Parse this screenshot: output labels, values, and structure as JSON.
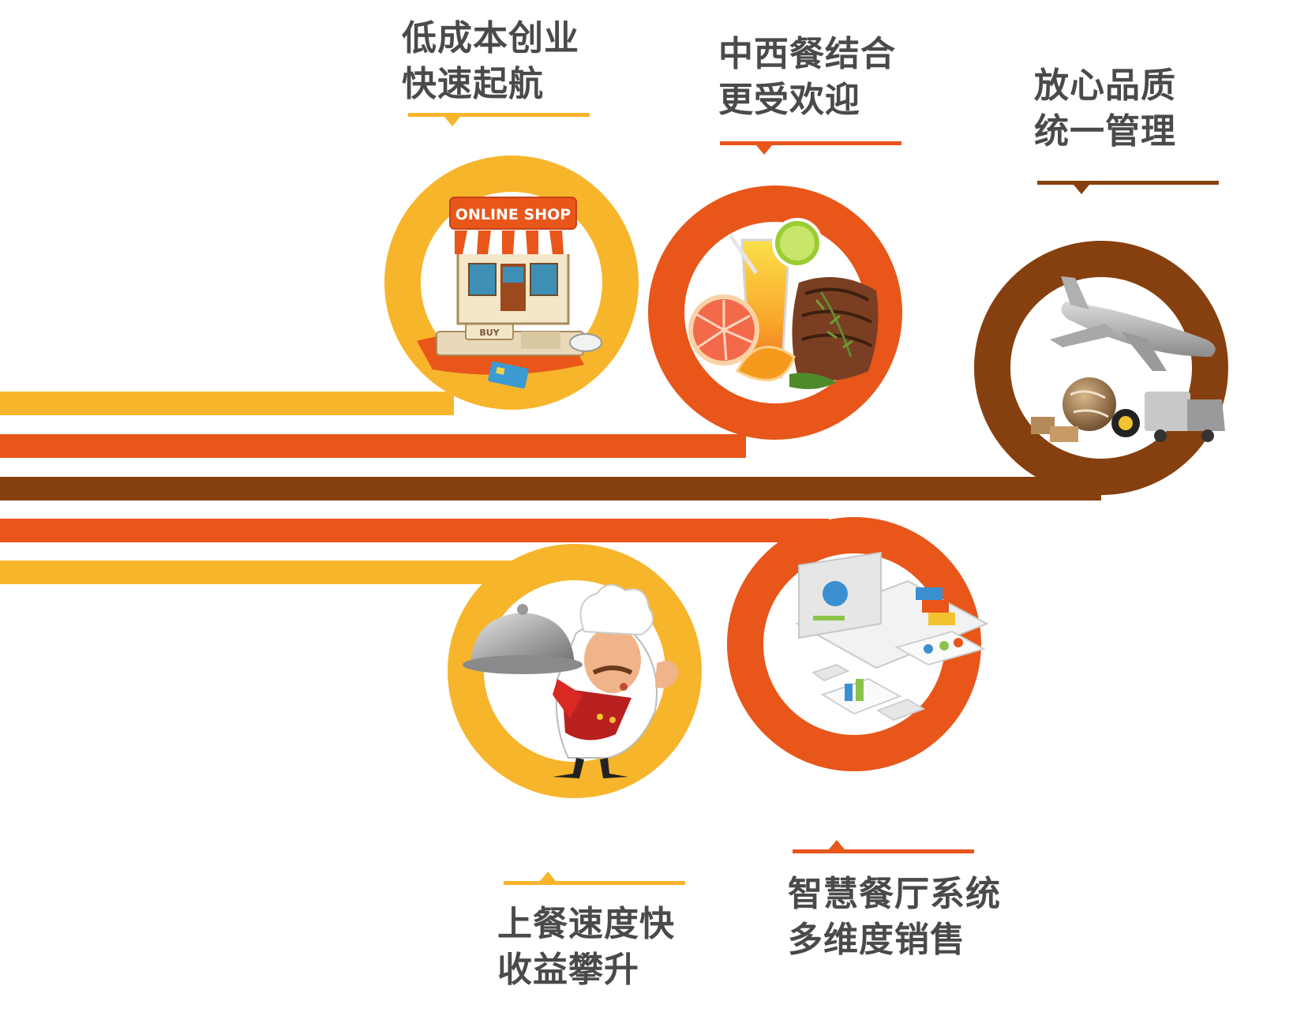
{
  "colors": {
    "yellow": "#f7b52c",
    "orange": "#e8561a",
    "brown": "#86400f",
    "text": "#4a4a4a"
  },
  "features": [
    {
      "line1": "低成本创业",
      "line2": "快速起航",
      "image": "online-shop",
      "badge": "ONLINE SHOP",
      "key_label": "BUY",
      "color": "yellow"
    },
    {
      "line1": "中西餐结合",
      "line2": "更受欢迎",
      "image": "juice-and-steak",
      "color": "orange"
    },
    {
      "line1": "放心品质",
      "line2": "统一管理",
      "image": "airplane-and-truck-logistics",
      "color": "brown"
    },
    {
      "line1": "上餐速度快",
      "line2": "收益攀升",
      "image": "chef-with-cloche",
      "color": "yellow"
    },
    {
      "line1": "智慧餐厅系统",
      "line2": "多维度销售",
      "image": "smart-dashboard-devices",
      "color": "orange"
    }
  ]
}
